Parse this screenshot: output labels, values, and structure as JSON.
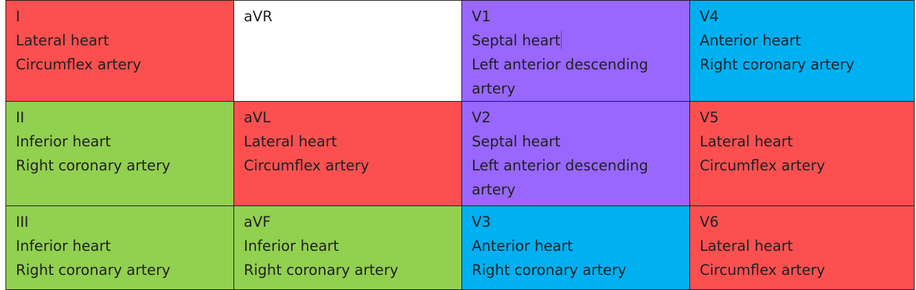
{
  "colors": {
    "red": "#fc5050",
    "white": "#ffffff",
    "purple": "#9966fe",
    "blue": "#00b0f0",
    "green": "#92d050"
  },
  "rows": [
    [
      {
        "lead": "I",
        "region": "Lateral heart",
        "artery": "Circumflex artery",
        "color": "red"
      },
      {
        "lead": "aVR",
        "region": "",
        "artery": "",
        "color": "white"
      },
      {
        "lead": "V1",
        "region": "Septal heart",
        "artery": "Left anterior descending artery",
        "color": "purple"
      },
      {
        "lead": "V4",
        "region": "Anterior heart",
        "artery": "Right coronary artery",
        "color": "blue"
      }
    ],
    [
      {
        "lead": "II",
        "region": "Inferior heart",
        "artery": "Right coronary artery",
        "color": "green"
      },
      {
        "lead": "aVL",
        "region": "Lateral heart",
        "artery": "Circumflex artery",
        "color": "red"
      },
      {
        "lead": "V2",
        "region": "Septal heart",
        "artery": "Left anterior descending artery",
        "color": "purple"
      },
      {
        "lead": "V5",
        "region": "Lateral heart",
        "artery": "Circumflex artery",
        "color": "red"
      }
    ],
    [
      {
        "lead": "III",
        "region": "Inferior heart",
        "artery": "Right coronary artery",
        "color": "green"
      },
      {
        "lead": "aVF",
        "region": "Inferior heart",
        "artery": "Right coronary artery",
        "color": "green"
      },
      {
        "lead": "V3",
        "region": "Anterior heart",
        "artery": "Right coronary artery",
        "color": "blue"
      },
      {
        "lead": "V6",
        "region": "Lateral heart",
        "artery": "Circumflex artery",
        "color": "red"
      }
    ]
  ]
}
